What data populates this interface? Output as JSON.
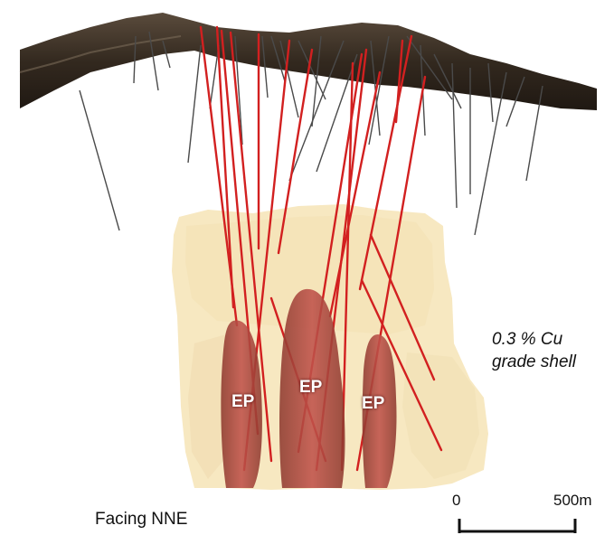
{
  "labels": {
    "ep": [
      "EP",
      "EP",
      "EP"
    ],
    "shell_line1": "0.3 % Cu",
    "shell_line2": "grade shell",
    "facing": "Facing NNE"
  },
  "scale_bar": {
    "start_label": "0",
    "end_label": "500m"
  },
  "colors": {
    "terrain": "#3a3026",
    "shell": "#f0d796",
    "porphyry": "#b2413a",
    "drillhole_red": "#d22020",
    "drillhole_grey": "#4a4a4a"
  }
}
